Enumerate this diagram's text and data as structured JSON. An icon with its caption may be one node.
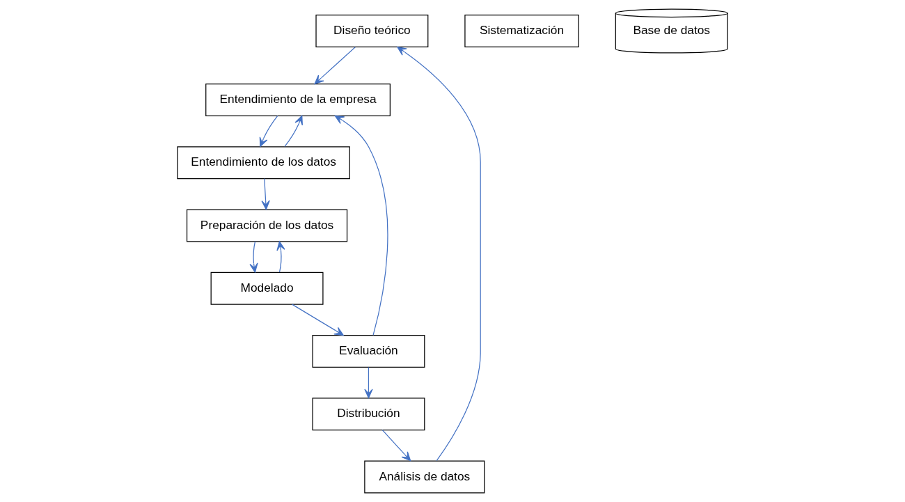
{
  "diagram": {
    "nodes": [
      {
        "text": [
          "Diseño teórico"
        ]
      },
      {
        "text": [
          "Análisis de datos"
        ]
      },
      {
        "text": [
          "Entendimiento de la empresa"
        ]
      },
      {
        "text": [
          "Sistematización"
        ]
      },
      {
        "text": [
          "Distribución"
        ]
      },
      {
        "text": [
          "Entendimiento de los datos"
        ]
      },
      {
        "text": [
          "Base de datos"
        ]
      },
      {
        "text": [
          "Evaluación"
        ]
      },
      {
        "text": [
          "Preparación de los datos"
        ]
      },
      {
        "text": [
          "Modelado"
        ]
      }
    ],
    "edges": [
      {
        "from": 1,
        "to": 0,
        "arrow": "to"
      },
      {
        "from": 0,
        "to": 2,
        "arrow": "to"
      },
      {
        "from": 2,
        "to": 5,
        "arrow": "to"
      },
      {
        "from": 5,
        "to": 2,
        "arrow": "to"
      },
      {
        "from": 5,
        "to": 8,
        "arrow": "to"
      },
      {
        "from": 8,
        "to": 9,
        "arrow": "to"
      },
      {
        "from": 9,
        "to": 8,
        "arrow": "to"
      },
      {
        "from": 9,
        "to": 7,
        "arrow": "to"
      },
      {
        "from": 7,
        "to": 4,
        "arrow": "to"
      },
      {
        "from": 4,
        "to": 1,
        "arrow": "to"
      },
      {
        "from": 7,
        "to": 2,
        "arrow": "to"
      }
    ]
  }
}
